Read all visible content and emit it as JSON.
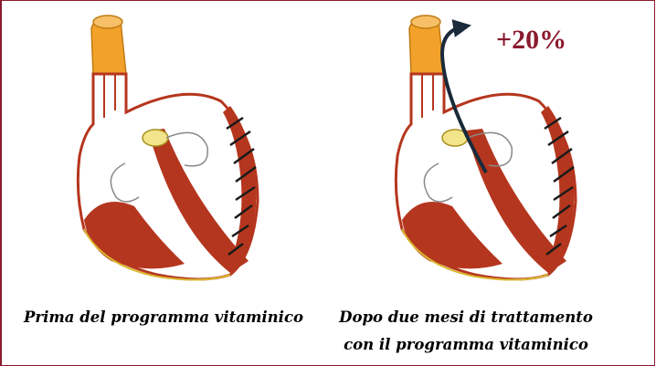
{
  "left_panel": {
    "caption": "Prima del programma vitaminico"
  },
  "right_panel": {
    "caption_line1": "Dopo due mesi di trattamento",
    "caption_line2": "con il programma vitaminico",
    "increase_label": "+20%"
  },
  "colors": {
    "frame": "#8b1a2e",
    "muscle": "#b5361e",
    "aorta": "#f2a22a",
    "valve": "#f2e48a",
    "arrow": "#1a2a3a",
    "percent_text": "#8b1a2e"
  }
}
